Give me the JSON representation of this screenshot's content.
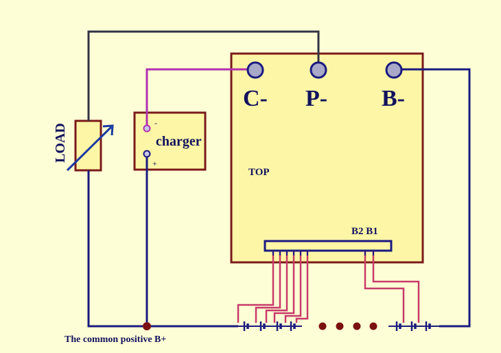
{
  "labels": {
    "load": "LOAD",
    "charger": "charger",
    "charger_minus": "-",
    "charger_plus": "+",
    "c_minus": "C-",
    "p_minus": "P-",
    "b_minus": "B-",
    "top": "TOP",
    "b2_b1": "B2 B1",
    "common_positive": "The common positive B+"
  },
  "colors": {
    "background": "#fefed6",
    "board_fill": "#fdf6a6",
    "board_border": "#7a1a1a",
    "wire_dark": "#1a1a80",
    "wire_black": "#333344",
    "wire_magenta": "#b030b0",
    "wire_pink": "#c83a6a",
    "terminal": "#a8a8c8",
    "dot": "#7a1010"
  }
}
